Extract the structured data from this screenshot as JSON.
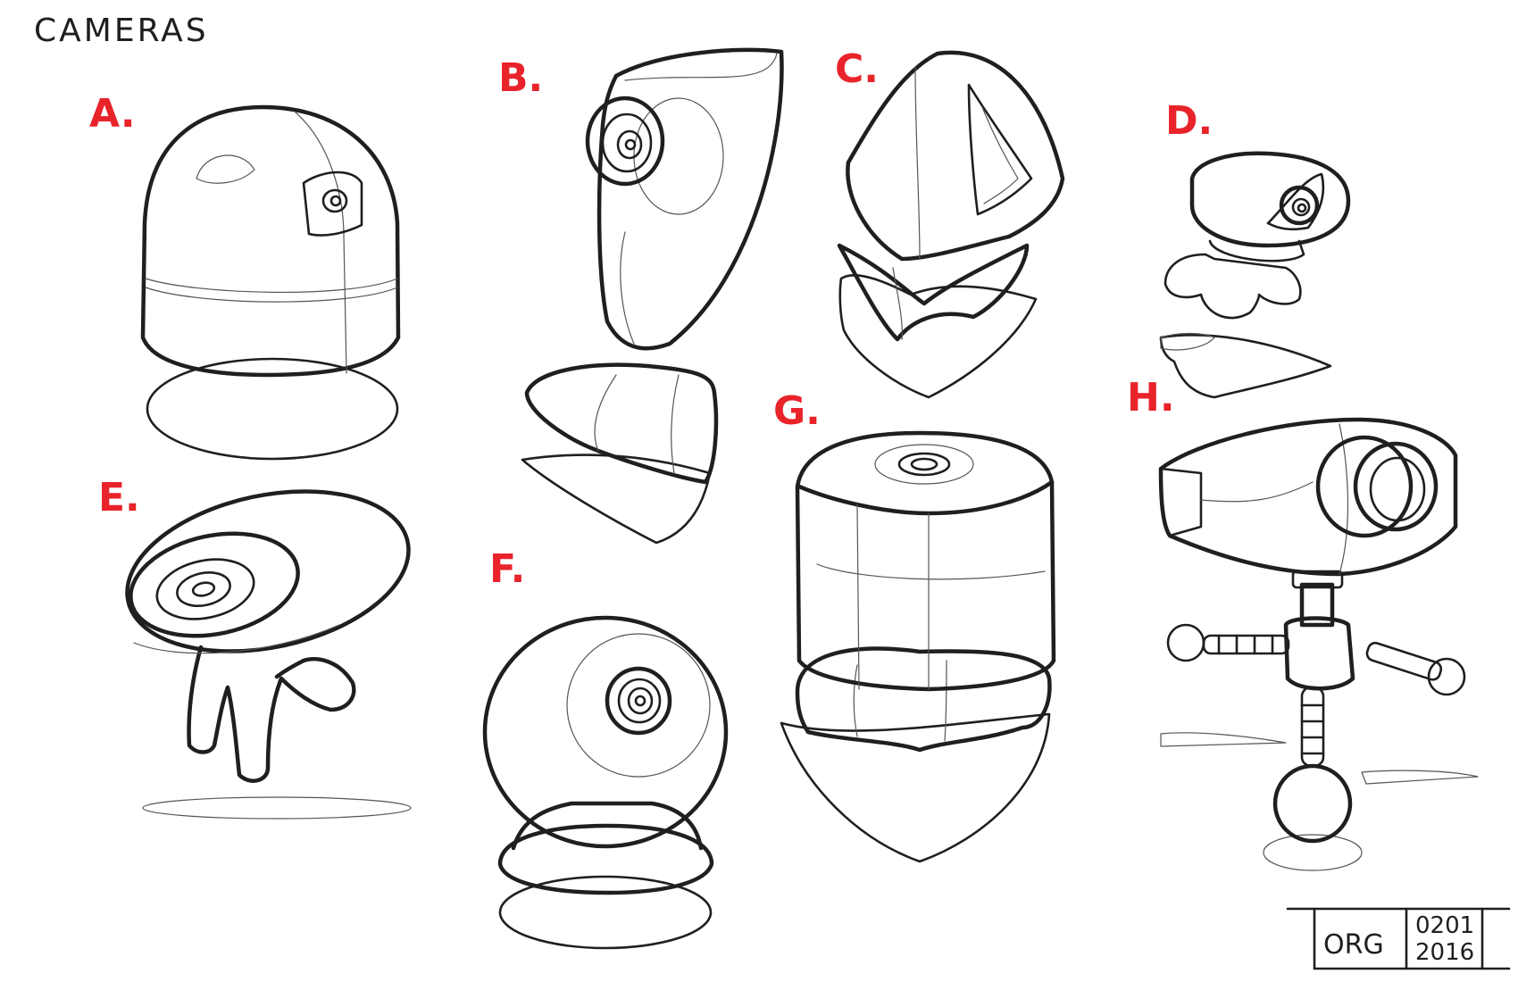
{
  "title": "CAMERAS",
  "labels": [
    "A.",
    "B.",
    "C.",
    "D.",
    "E.",
    "F.",
    "G.",
    "H."
  ],
  "signature": {
    "initials": "ORG",
    "date_line1": "0201",
    "date_line2": "2016"
  },
  "colors": {
    "ink": "#1f1f1f",
    "label": "#e8232a",
    "paper": "#ffffff"
  }
}
